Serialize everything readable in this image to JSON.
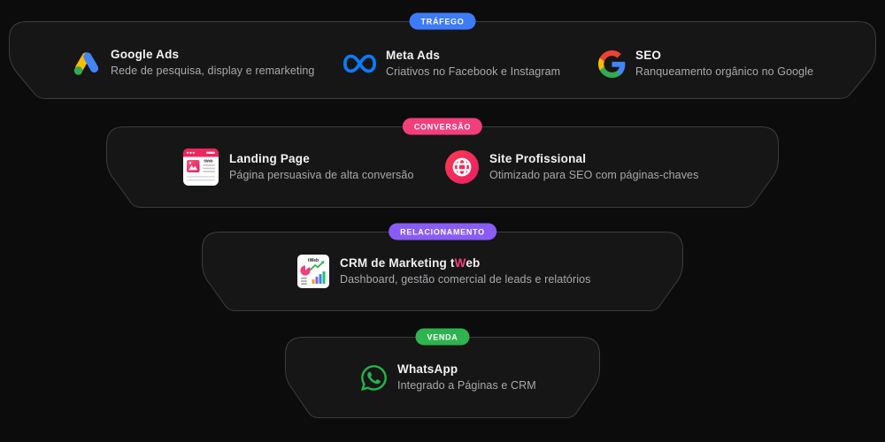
{
  "colors": {
    "background": "#0c0c0c",
    "panel_fill": "#161616",
    "panel_border": "#3d3d3d",
    "title_text": "#f2f2f4",
    "subtitle_text": "#a9a9af",
    "accent_blue": "#3d7bf7",
    "accent_pink": "#f23e7c",
    "accent_purple": "#8a5cf5",
    "accent_green": "#2fb34f"
  },
  "tiers": [
    {
      "id": "trafego",
      "badge": "TRÁFEGO",
      "badge_color": "#3d7bf7",
      "items": [
        {
          "icon": "google-ads-icon",
          "title": "Google Ads",
          "subtitle": "Rede de pesquisa, display e remarketing"
        },
        {
          "icon": "meta-icon",
          "title": "Meta Ads",
          "subtitle": "Criativos no Facebook e Instagram"
        },
        {
          "icon": "google-g-icon",
          "title": "SEO",
          "subtitle": "Ranqueamento orgânico no Google"
        }
      ]
    },
    {
      "id": "conversao",
      "badge": "CONVERSÃO",
      "badge_color": "#f23e7c",
      "items": [
        {
          "icon": "landing-page-icon",
          "icon_text": "tWeb",
          "title": "Landing Page",
          "subtitle": "Página persuasiva de alta conversão"
        },
        {
          "icon": "globe-icon",
          "title": "Site Profissional",
          "subtitle": "Otimizado para SEO com páginas-chaves"
        }
      ]
    },
    {
      "id": "relacionamento",
      "badge": "RELACIONAMENTO",
      "badge_color": "#8a5cf5",
      "items": [
        {
          "icon": "crm-dashboard-icon",
          "icon_text": "tWeb",
          "title_parts": {
            "p0": "CRM de Marketing t",
            "p1": "W",
            "p2": "eb"
          },
          "subtitle": "Dashboard, gestão comercial de leads e relatórios"
        }
      ]
    },
    {
      "id": "venda",
      "badge": "VENDA",
      "badge_color": "#2fb34f",
      "items": [
        {
          "icon": "whatsapp-icon",
          "title": "WhatsApp",
          "subtitle": "Integrado a Páginas e CRM"
        }
      ]
    }
  ]
}
